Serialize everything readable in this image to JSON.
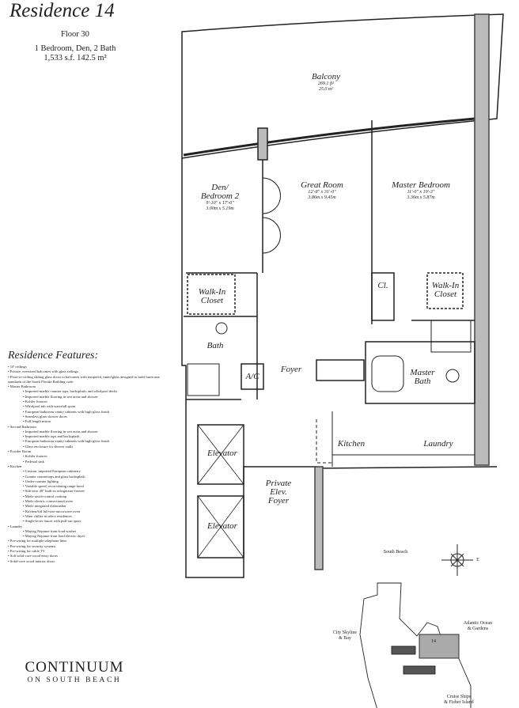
{
  "header": {
    "title": "Residence 14",
    "floor": "Floor 30",
    "layout": "1 Bedroom, Den, 2 Bath",
    "area": "1,533 s.f.  142.5 m²"
  },
  "features": {
    "title": "Residence Features:",
    "items": [
      {
        "text": "10' ceilings"
      },
      {
        "text": "Private, oversized balconies with glass railings"
      },
      {
        "text": "Floor-to-ceiling sliding glass doors to balconies with tempered, tinted glass designed to meet hurricane standards of the South Florida Building code."
      },
      {
        "text": "Master Bathroom",
        "sub": [
          "Imported marble counter tops, backsplash, and whirlpool decks",
          "Imported marble flooring in wet areas and shower",
          "Kohler fixtures",
          "Whirlpool tub with waterfall spout",
          "European bathroom vanity cabinets with high-gloss finish",
          "Seamless glass shower doors",
          "Full length mirror"
        ]
      },
      {
        "text": "Second Bathroom",
        "sub": [
          "Imported marble flooring in wet areas and shower",
          "Imported marble tops and backsplash",
          "European bathroom vanity cabinets with high-gloss finish",
          "Glass enclosure for shower stalls"
        ]
      },
      {
        "text": "Powder Room",
        "sub": [
          "Kohler fixtures",
          "Pedestal sink"
        ]
      },
      {
        "text": "Kitchen",
        "sub": [
          "Custom, imported European cabinetry",
          "Granite countertops and glass backsplash",
          "Under-counter lighting",
          "Variable speed, recirculating range hood",
          "Sub-zero 48\" built-in refrigerator-freezer",
          "Miele touch-control cooktop",
          "Miele electric convectional oven",
          "Miele integrated dishwasher",
          "KitchenAid full-size microwave oven",
          "Wine chiller in select residences",
          "Single-lever faucet with pull-out spray"
        ]
      },
      {
        "text": "Laundry",
        "sub": [
          "Maytag Neptune front-load washer",
          "Maytag Neptune front load electric dryer"
        ]
      },
      {
        "text": "Pre-wiring for multiple telephone lines"
      },
      {
        "text": "Pre-wiring for security systems"
      },
      {
        "text": "Pre-wiring for cable TV"
      },
      {
        "text": "Soli solid-core wood entry doors"
      },
      {
        "text": "Solid-core wood interior doors"
      }
    ]
  },
  "rooms": {
    "balcony": {
      "name": "Balcony",
      "area_sf": "269.1 ft²",
      "area_m": "25.0 m²"
    },
    "den": {
      "name": "Den/\nBedroom 2",
      "dim_ft": "9'-10\" x 17'-0\"",
      "dim_m": "3.00m x 5.19m"
    },
    "great_room": {
      "name": "Great Room",
      "dim_ft": "12'-8\" x 31'-0\"",
      "dim_m": "3.86m x 9.45m"
    },
    "master_bedroom": {
      "name": "Master Bedroom",
      "dim_ft": "11'-0\" x 19'-3\"",
      "dim_m": "3.36m x 5.87m"
    },
    "walk_in_closet_1": "Walk-In\nCloset",
    "closet": "Cl.",
    "walk_in_closet_2": "Walk-In\nCloset",
    "bath": "Bath",
    "ac": "A/C",
    "foyer": "Foyer",
    "master_bath": "Master\nBath",
    "kitchen": "Kitchen",
    "laundry": "Laundry",
    "elevator_1": "Elevator",
    "elevator_2": "Elevator",
    "private_foyer": "Private\nElev.\nFoyer"
  },
  "keyplan": {
    "north": "South Beach",
    "east": "Atlantic Ocean\n& Gardens",
    "west": "City Skyline\n& Bay",
    "south": "Cruise Ships\n& Fisher Island",
    "unit": "14",
    "compass_e": "E"
  },
  "logo": {
    "line1": "CONTINUUM",
    "line2": "ON SOUTH BEACH"
  }
}
